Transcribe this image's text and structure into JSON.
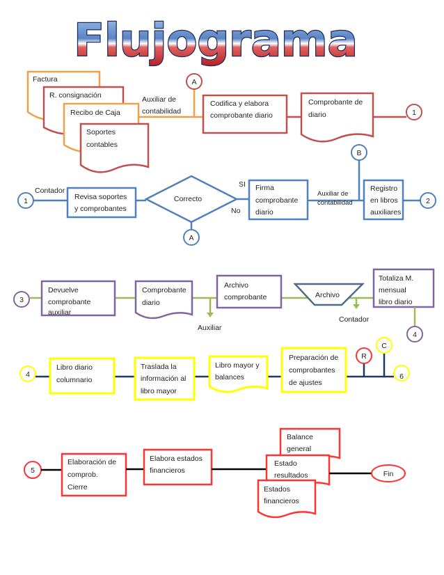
{
  "title": "Flujograma",
  "colors": {
    "orange": "#f0a04b",
    "red": "#c0504d",
    "blue": "#4f81bd",
    "purple": "#8064a2",
    "green": "#9bbb59",
    "yellow": "#ffff00",
    "black": "#000000",
    "title_top": "#7fa8d8",
    "title_bottom": "#c0282c"
  },
  "row1": {
    "factura": "Factura",
    "r_consignacion": "R. consignación",
    "recibo_caja": "Recibo de Caja",
    "soportes_line1": "Soportes",
    "soportes_line2": "contables",
    "auxiliar_line1": "Auxiliar de",
    "auxiliar_line2": "contabilidad",
    "connector_a": "A",
    "codifica_line1": "Codifica y elabora",
    "codifica_line2": "comprobante diario",
    "comprobante_line1": "Comprobante de",
    "comprobante_line2": "diario",
    "connector_1": "1"
  },
  "row2": {
    "connector_b": "B",
    "connector_1": "1",
    "contador": "Contador",
    "revisa_line1": "Revisa soportes",
    "revisa_line2": "y comprobantes",
    "decision": "Correcto",
    "si": "SI",
    "no": "No",
    "firma_line1": "Firma",
    "firma_line2": "comprobante",
    "firma_line3": "diario",
    "auxiliar_line1": "Auxiliar de",
    "auxiliar_line2": "contabilidad",
    "registro_line1": "Registro",
    "registro_line2": "en libros",
    "registro_line3": "auxiliares",
    "connector_2": "2",
    "connector_a": "A"
  },
  "row3": {
    "connector_3": "3",
    "devuelve_line1": "Devuelve",
    "devuelve_line2": "comprobante",
    "devuelve_line3": "auxiliar",
    "comprobante_line1": "Comprobante",
    "comprobante_line2": "diario",
    "archivo_comp_line1": "Archivo",
    "archivo_comp_line2": "comprobante",
    "archivo": "Archivo",
    "totaliza_line1": "Totaliza M.",
    "totaliza_line2": "mensual",
    "totaliza_line3": "libro diario",
    "auxiliar": "Auxiliar",
    "contador": "Contador",
    "connector_4": "4"
  },
  "row4": {
    "connector_4": "4",
    "libro_diario_line1": "Libro diario",
    "libro_diario_line2": "columnario",
    "traslada_line1": "Traslada la",
    "traslada_line2": "información al",
    "traslada_line3": "libro mayor",
    "mayor_line1": "Libro mayor y",
    "mayor_line2": "balances",
    "preparacion_line1": "Preparación de",
    "preparacion_line2": "comprobantes",
    "preparacion_line3": "de ajustes",
    "connector_r": "R",
    "connector_c": "C",
    "connector_6": "6"
  },
  "row5": {
    "connector_5": "5",
    "elaboracion_line1": "Elaboración de",
    "elaboracion_line2": "comprob.",
    "elaboracion_line3": "Cierre",
    "elabora_line1": "Elabora estados",
    "elabora_line2": "financieros",
    "balance_line1": "Balance",
    "balance_line2": "general",
    "estado_line1": "Estado",
    "estado_line2": "resultados",
    "estados_line1": "Estados",
    "estados_line2": "financieros",
    "fin": "Fin"
  }
}
